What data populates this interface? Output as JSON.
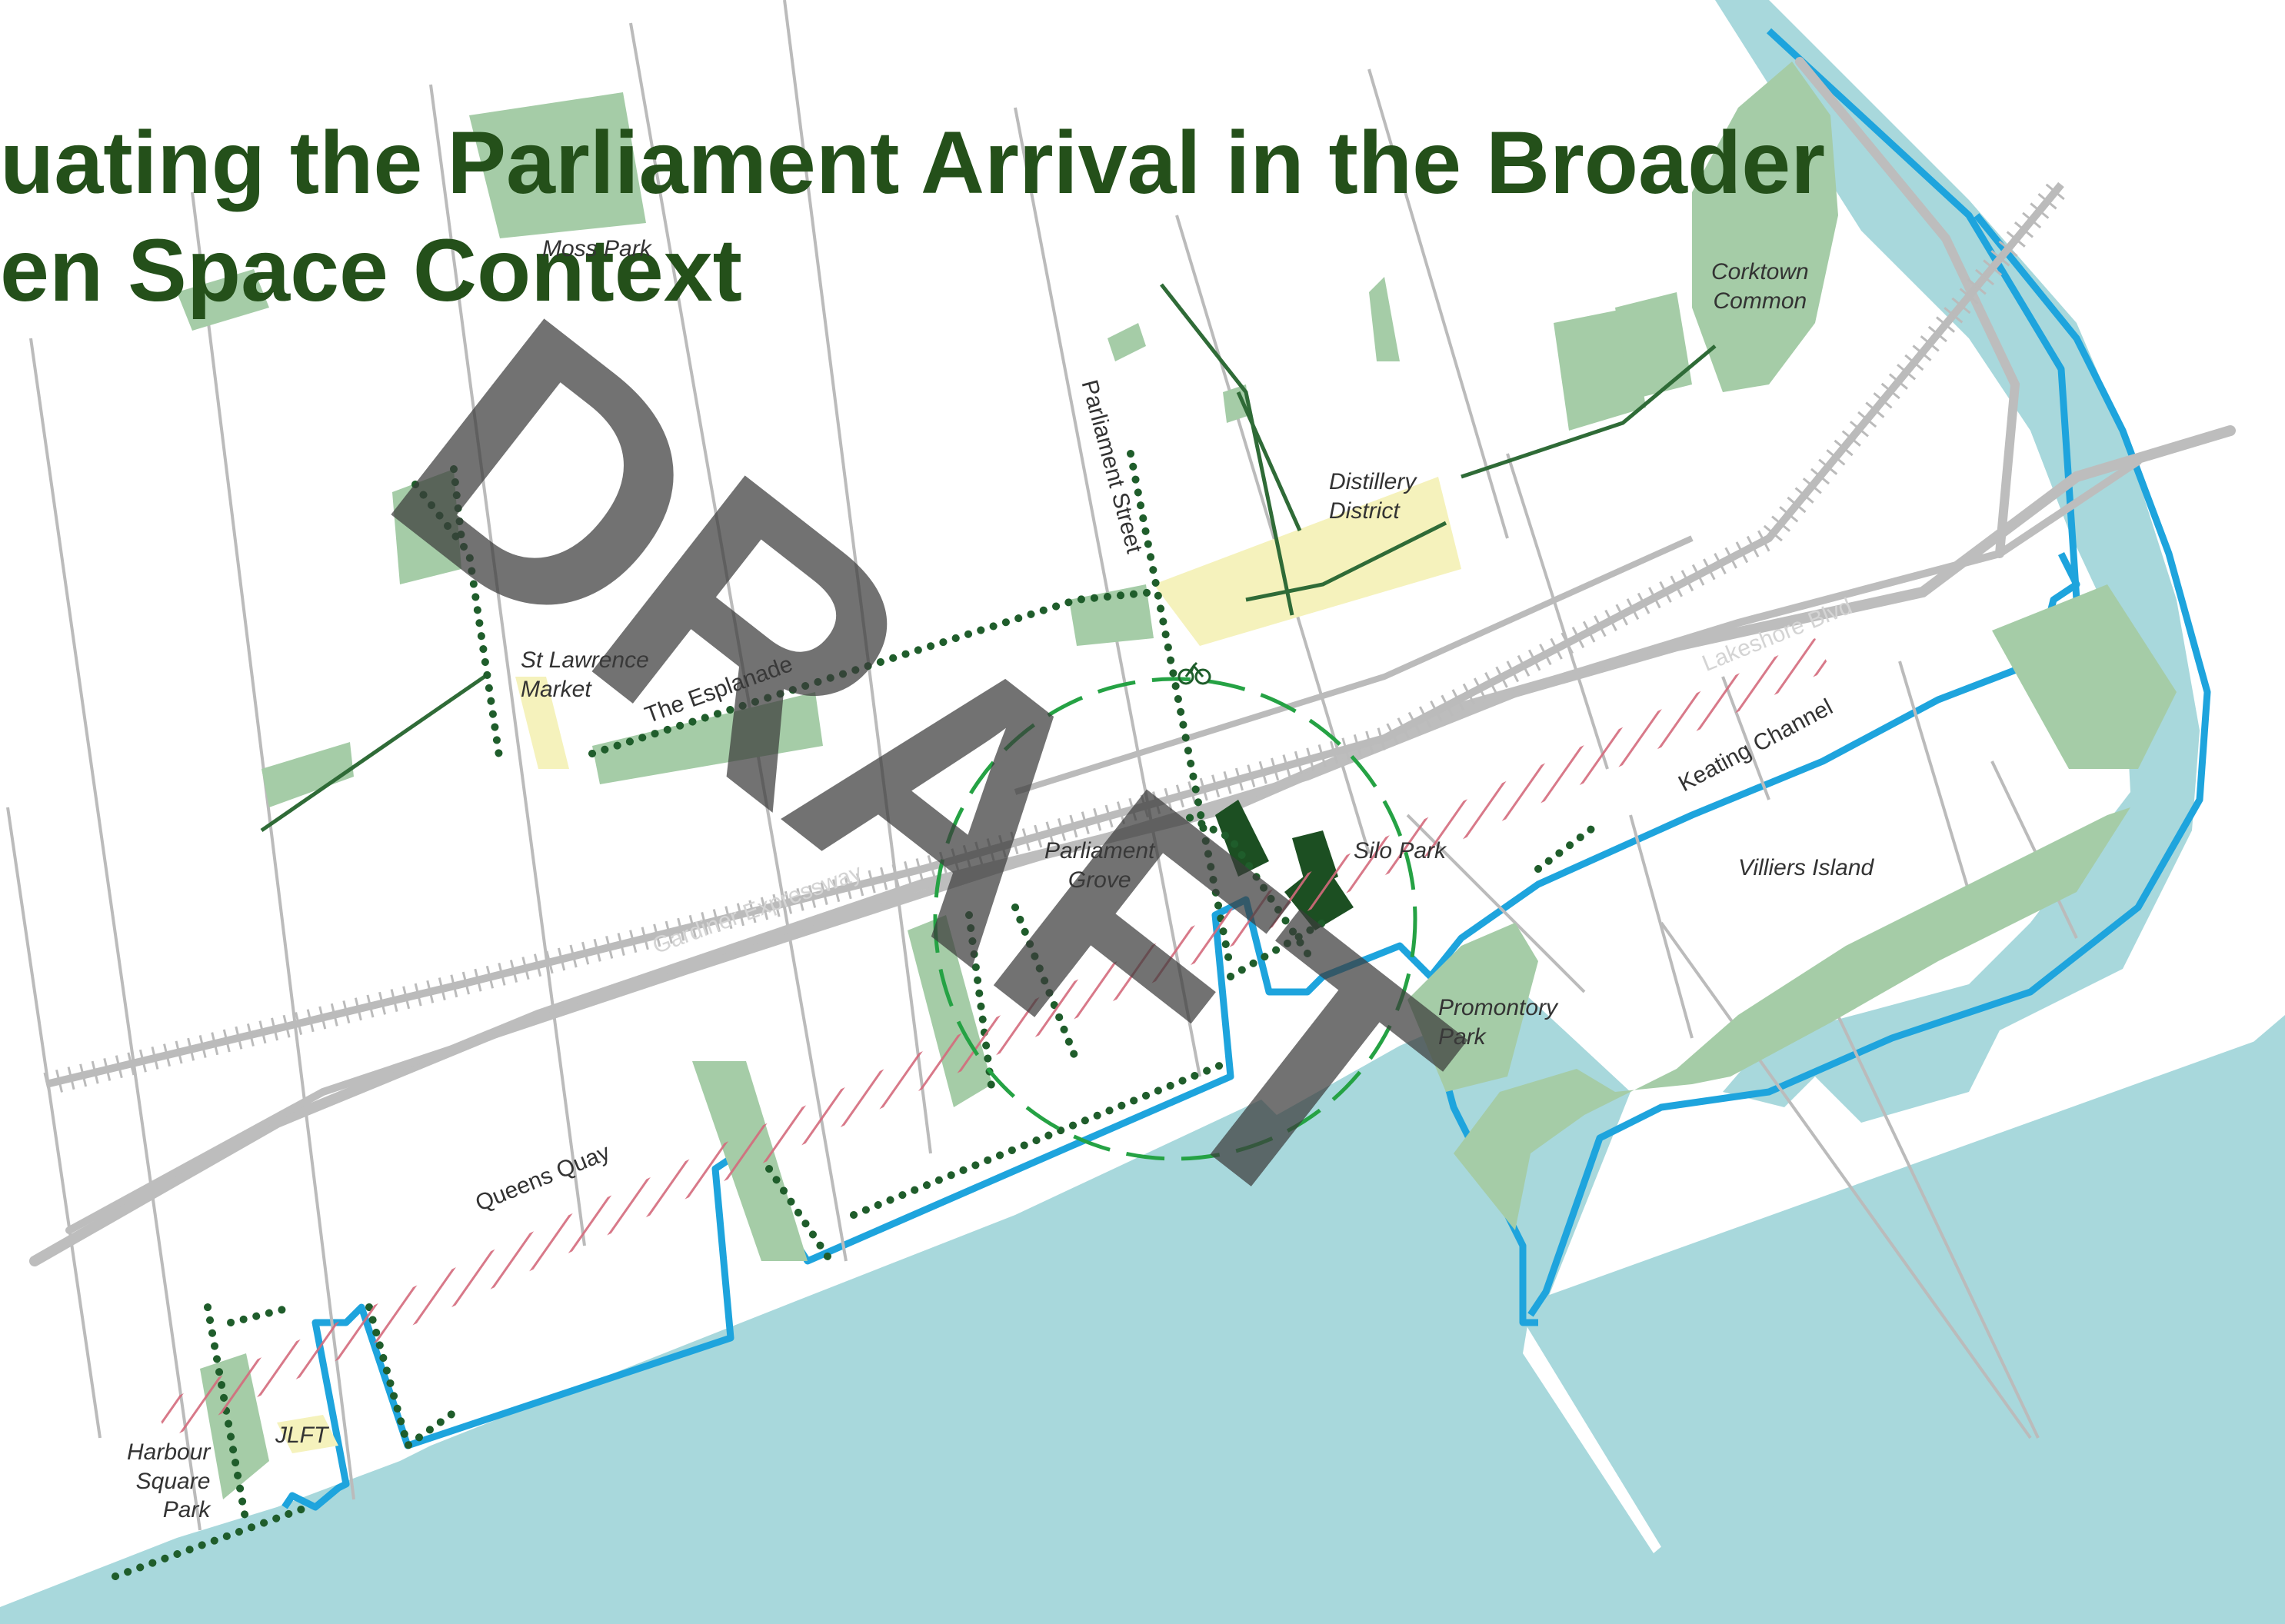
{
  "title": {
    "line1": "uating the Parliament Arrival in the Broader",
    "line2": "en Space Context"
  },
  "watermark": "DRAFT",
  "labels": {
    "moss_park": "Moss Park",
    "corktown_common": [
      "Corktown",
      "Common"
    ],
    "distillery_district": [
      "Distillery",
      "District"
    ],
    "st_lawrence_market": [
      "St Lawrence",
      "Market"
    ],
    "the_esplanade": "The Esplanade",
    "parliament_street": "Parliament Street",
    "lakeshore_blvd": "Lakeshore Blvd",
    "keating_channel": "Keating Channel",
    "gardiner_expressway": "Gardiner Expressway",
    "parliament_grove": [
      "Parliament",
      "Grove"
    ],
    "silo_park": "Silo Park",
    "villiers_island": "Villiers Island",
    "promontory_park": [
      "Promontory",
      "Park"
    ],
    "queens_quay": "Queens Quay",
    "harbour_square_park": [
      "Harbour",
      "Square",
      "Park"
    ],
    "jlft": "JLFT"
  },
  "colors": {
    "title": "#24501a",
    "water": "#a8d8dc",
    "shoreline": "#1ea4dd",
    "park": "#a5cca7",
    "park_dark": "#1c4f22",
    "plaza": "#f5f2bc",
    "road": "#bbbbbb",
    "rail": "#b8b8b8",
    "green_path": "#2f6b37",
    "dotted_path": "#1f5d2b",
    "transit_hatch": "#d46a7c",
    "focus_circle": "#25a244",
    "watermark": "#3c3c3c"
  },
  "icons": {
    "bike": "bicycle-icon"
  }
}
